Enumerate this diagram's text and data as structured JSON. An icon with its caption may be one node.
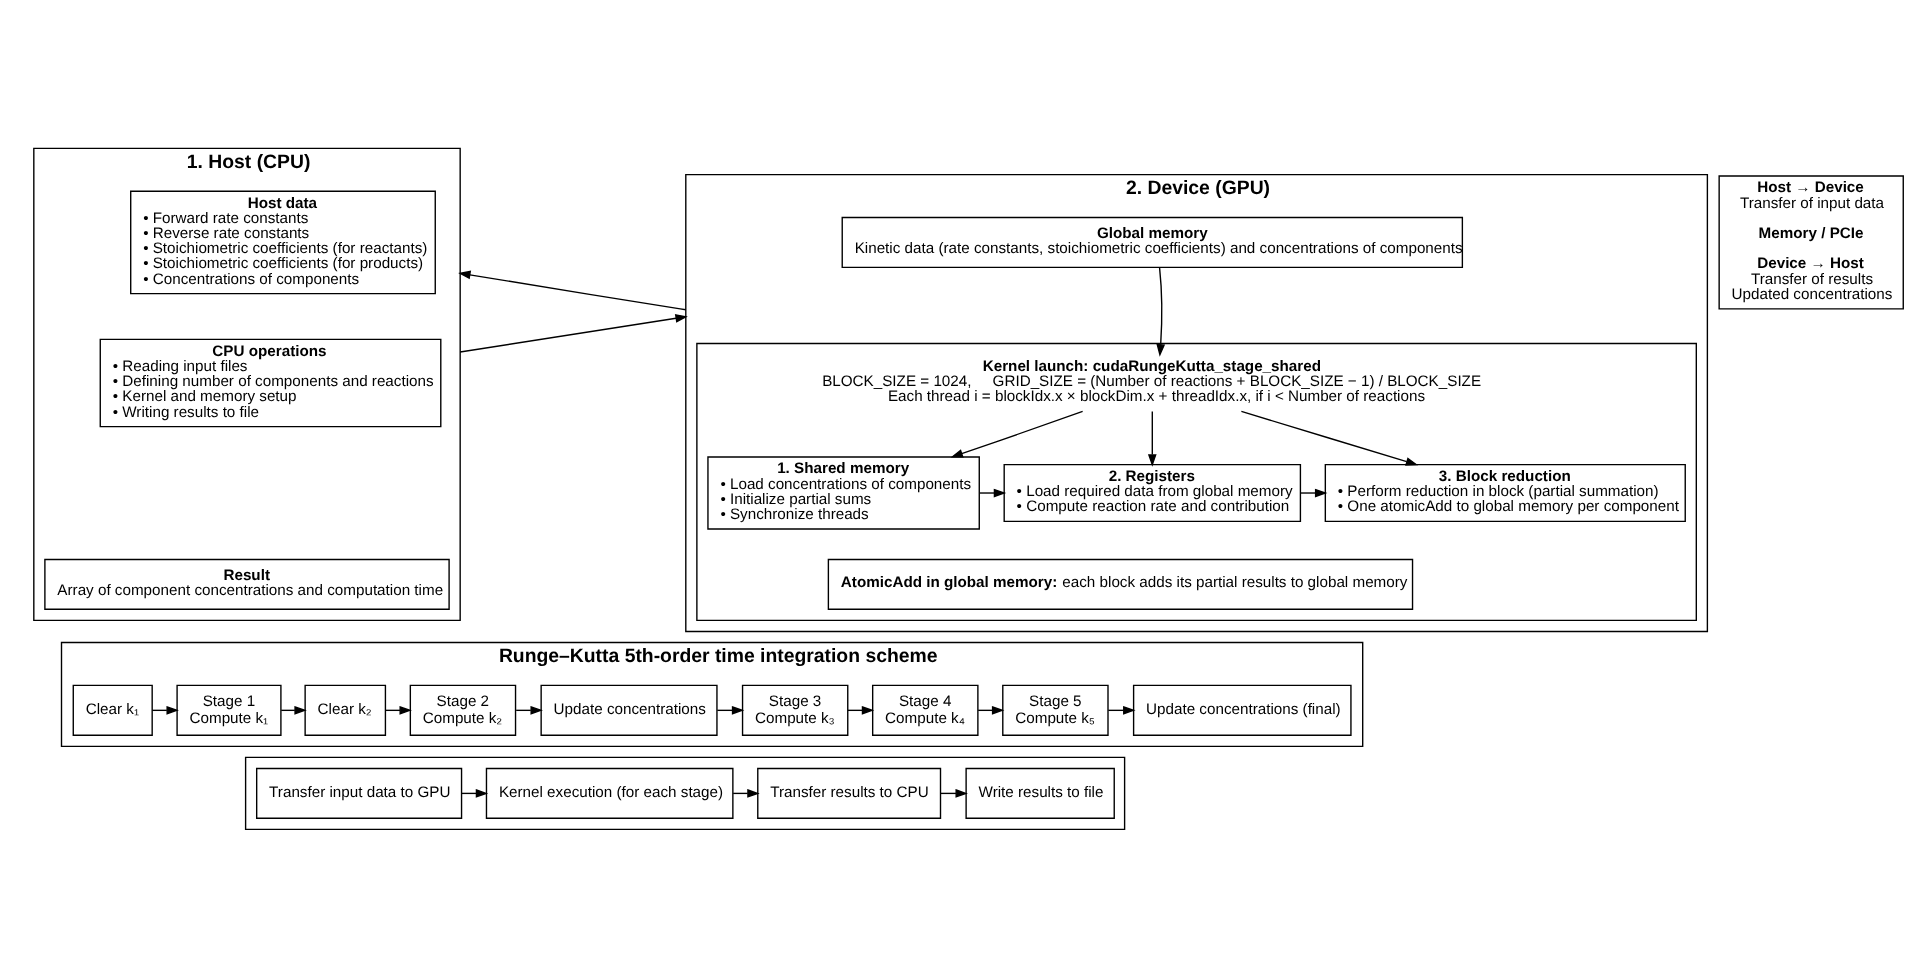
{
  "diagram": {
    "nodes": [
      {
        "text": [
          "1. Host (CPU)"
        ]
      },
      {
        "text": [
          "Host data",
          "• Forward rate constants",
          "• Reverse rate constants",
          "• Stoichiometric coefficients (for reactants)",
          "• Stoichiometric coefficients (for products)",
          "• Concentrations of components"
        ],
        "in": 0
      },
      {
        "text": [
          "CPU operations",
          "• Reading input files",
          "• Defining number of components and reactions",
          "• Kernel and memory setup",
          "• Writing results to file"
        ],
        "in": 0
      },
      {
        "text": [
          "Result",
          "Array of component concentrations and computation time"
        ],
        "in": 0
      },
      {
        "text": [
          "Host → Device",
          "Transfer of input data",
          "Memory / PCIe",
          "Device → Host",
          "Transfer of results",
          "Updated concentrations"
        ]
      },
      {
        "text": [
          "2. Device (GPU)"
        ]
      },
      {
        "text": [
          "Global memory",
          "Kinetic data (rate constants, stoichiometric coefficients) and concentrations of components"
        ],
        "in": 5
      },
      {
        "text": [
          "Kernel launch: cudaRungeKutta_stage_shared",
          "BLOCK_SIZE = 1024,     GRID_SIZE = (Number of reactions + BLOCK_SIZE − 1) / BLOCK_SIZE",
          "Each thread i = blockIdx.x × blockDim.x + threadIdx.x, if i < Number of reactions"
        ],
        "in": 5
      },
      {
        "text": [
          "1. Shared memory",
          "• Load concentrations of components",
          "• Initialize partial sums",
          "• Synchronize threads"
        ],
        "in": 7
      },
      {
        "text": [
          "2. Registers",
          "• Load required data from global memory",
          "• Compute reaction rate and contribution"
        ],
        "in": 7
      },
      {
        "text": [
          "3. Block reduction",
          "• Perform reduction in block (partial summation)",
          "• One atomicAdd to global memory per component"
        ],
        "in": 7
      },
      {
        "text": [
          "**AtomicAdd in global memory:** each block adds its partial results to global memory"
        ],
        "in": 7
      },
      {
        "text": [
          "Runge–Kutta 5th-order time integration scheme"
        ]
      },
      {
        "text": [
          "Clear k₁"
        ],
        "in": 12
      },
      {
        "text": [
          "Stage 1",
          "Compute k₁"
        ],
        "in": 12
      },
      {
        "text": [
          "Clear k₂"
        ],
        "in": 12
      },
      {
        "text": [
          "Stage 2",
          "Compute k₂"
        ],
        "in": 12
      },
      {
        "text": [
          "Update concentrations"
        ],
        "in": 12
      },
      {
        "text": [
          "Stage 3",
          "Compute k₃"
        ],
        "in": 12
      },
      {
        "text": [
          "Stage 4",
          "Compute k₄"
        ],
        "in": 12
      },
      {
        "text": [
          "Stage 5",
          "Compute k₅"
        ],
        "in": 12
      },
      {
        "text": [
          "Update concentrations (final)"
        ],
        "in": 12
      },
      {
        "text": [],
        "shape": "box"
      },
      {
        "text": [
          "Transfer input data to GPU"
        ],
        "in": 22
      },
      {
        "text": [
          "Kernel execution (for each stage)"
        ],
        "in": 22
      },
      {
        "text": [
          "Transfer results to CPU"
        ],
        "in": 22
      },
      {
        "text": [
          "Write results to file"
        ],
        "in": 22
      }
    ],
    "edges": [
      {
        "from": 0,
        "to": 5,
        "arrow": "to"
      },
      {
        "from": 5,
        "to": 0,
        "arrow": "to"
      },
      {
        "from": 6,
        "to": 7,
        "arrow": "to"
      },
      {
        "from": 7,
        "to": 8,
        "arrow": "to"
      },
      {
        "from": 7,
        "to": 9,
        "arrow": "to"
      },
      {
        "from": 7,
        "to": 10,
        "arrow": "to"
      },
      {
        "from": 8,
        "to": 9,
        "arrow": "to"
      },
      {
        "from": 9,
        "to": 10,
        "arrow": "to"
      },
      {
        "from": 13,
        "to": 14,
        "arrow": "to"
      },
      {
        "from": 14,
        "to": 15,
        "arrow": "to"
      },
      {
        "from": 15,
        "to": 16,
        "arrow": "to"
      },
      {
        "from": 16,
        "to": 17,
        "arrow": "to"
      },
      {
        "from": 17,
        "to": 18,
        "arrow": "to"
      },
      {
        "from": 18,
        "to": 19,
        "arrow": "to"
      },
      {
        "from": 19,
        "to": 20,
        "arrow": "to"
      },
      {
        "from": 20,
        "to": 21,
        "arrow": "to"
      },
      {
        "from": 23,
        "to": 24,
        "arrow": "to"
      },
      {
        "from": 24,
        "to": 25,
        "arrow": "to"
      },
      {
        "from": 25,
        "to": 26,
        "arrow": "to"
      }
    ]
  }
}
